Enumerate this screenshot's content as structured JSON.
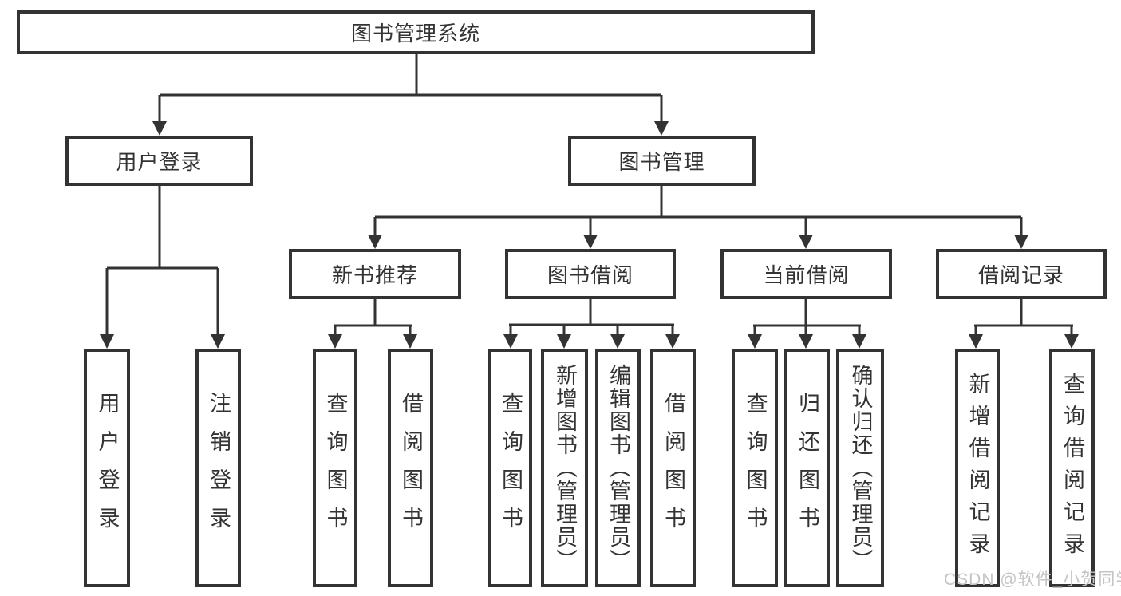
{
  "tree": {
    "root": "图书管理系统",
    "branches": [
      {
        "label": "用户登录",
        "children": [
          "用户登录",
          "注销登录"
        ]
      },
      {
        "label": "图书管理",
        "sub": [
          {
            "label": "新书推荐",
            "children": [
              "查询图书",
              "借阅图书"
            ]
          },
          {
            "label": "图书借阅",
            "children": [
              "查询图书",
              "新增图书（管理员）",
              "编辑图书（管理员）",
              "借阅图书"
            ]
          },
          {
            "label": "当前借阅",
            "children": [
              "查询图书",
              "归还图书",
              "确认归还（管理员）"
            ]
          },
          {
            "label": "借阅记录",
            "children": [
              "新增借阅记录",
              "查询借阅记录"
            ]
          }
        ]
      }
    ]
  },
  "watermark": "CSDN @软件_小贺同学",
  "colors": {
    "line": "#333333",
    "box_border": "#333333",
    "box_background": "#ffffff",
    "text": "#333333",
    "watermark": "#c4c4c4",
    "background": "#ffffff"
  }
}
